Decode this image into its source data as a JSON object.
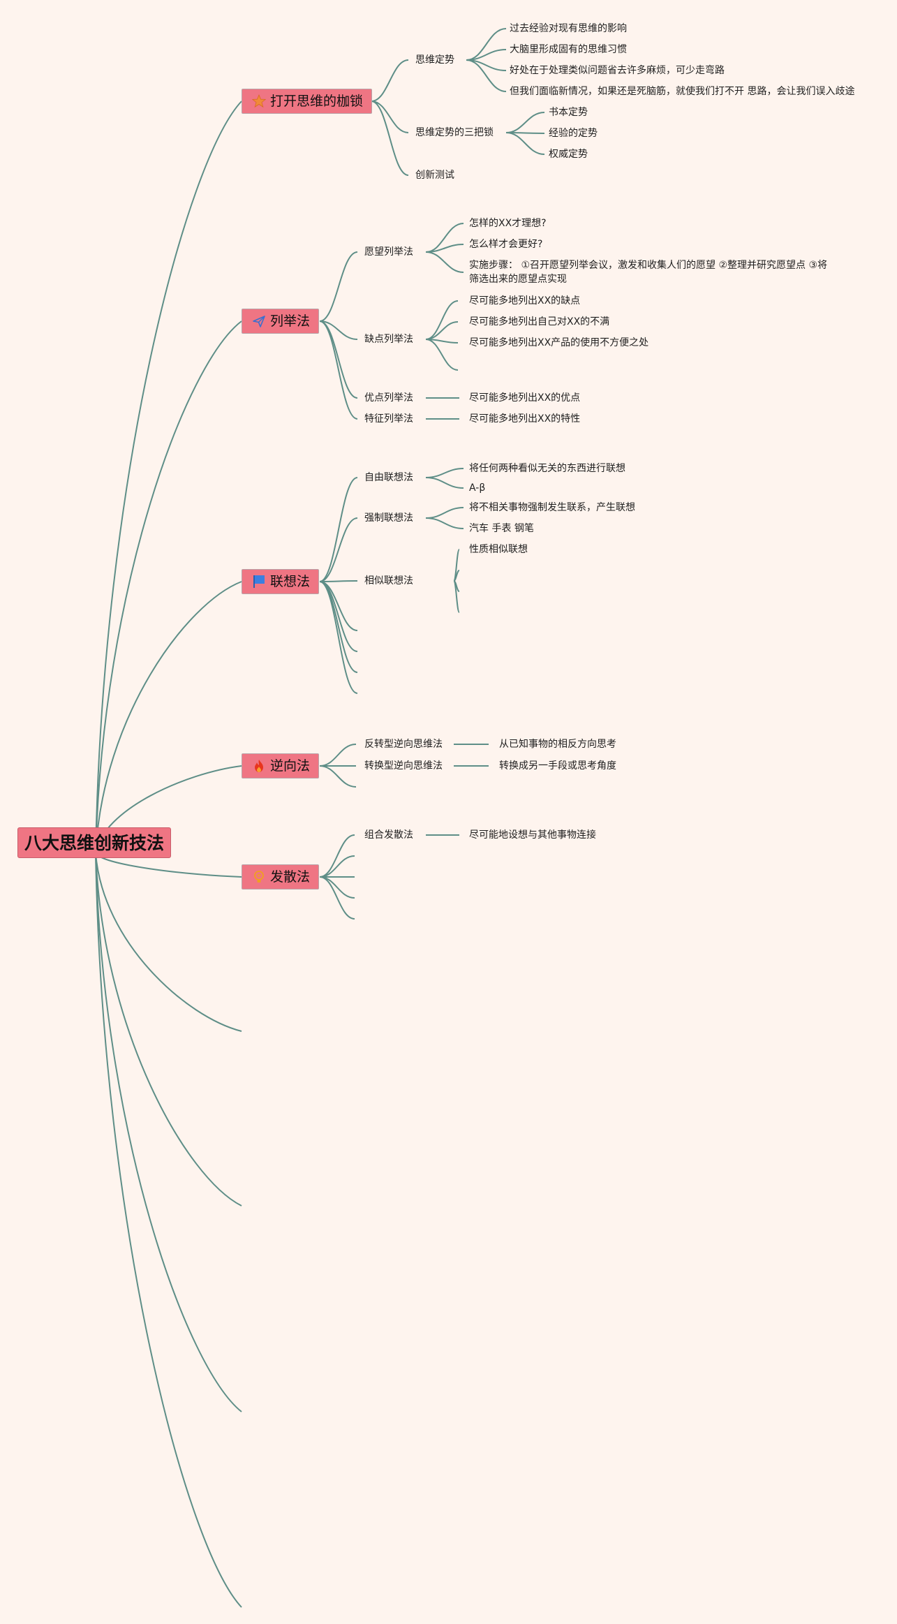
{
  "root": "八大思维创新技法",
  "categories": [
    {
      "label": "打开思维的枷锁",
      "icon": "star-icon",
      "children": [
        {
          "label": "思维定势",
          "children": [
            {
              "label": "过去经验对现有思维的影响"
            },
            {
              "label": "大脑里形成固有的思维习惯"
            },
            {
              "label": "好处在于处理类似问题省去许多麻烦，可少走弯路"
            },
            {
              "label": "但我们面临新情况，如果还是死脑筋，就使我们打不开 思路，会让我们误入歧途"
            }
          ]
        },
        {
          "label": "思维定势的三把锁",
          "children": [
            {
              "label": "书本定势"
            },
            {
              "label": "经验的定势"
            },
            {
              "label": "权威定势"
            }
          ]
        },
        {
          "label": "创新测试"
        }
      ]
    },
    {
      "label": "列举法",
      "icon": "paper-plane-icon",
      "children": [
        {
          "label": "愿望列举法",
          "children": [
            {
              "label": "怎样的XX才理想?"
            },
            {
              "label": "怎么样才会更好?"
            },
            {
              "label": "实施步骤：  ①召开愿望列举会议，激发和收集人们的愿望 ②整理并研究愿望点 ③将筛选出来的愿望点实现"
            }
          ]
        },
        {
          "label": "缺点列举法",
          "children": [
            {
              "label": "尽可能多地列出XX的缺点"
            },
            {
              "label": "尽可能多地列出自己对XX的不满"
            },
            {
              "label": "尽可能多地列出XX产品的使用不方便之处"
            },
            {
              "label": ""
            }
          ]
        },
        {
          "label": "优点列举法",
          "children": [
            {
              "label": "尽可能多地列出XX的优点"
            }
          ]
        },
        {
          "label": "特征列举法",
          "children": [
            {
              "label": "尽可能多地列出XX的特性"
            }
          ]
        }
      ]
    },
    {
      "label": "联想法",
      "icon": "flag-icon",
      "children": [
        {
          "label": "自由联想法",
          "children": [
            {
              "label": "将任何两种看似无关的东西进行联想"
            },
            {
              "label": "A-β"
            }
          ]
        },
        {
          "label": "强制联想法",
          "children": [
            {
              "label": "将不相关事物强制发生联系，产生联想"
            },
            {
              "label": "汽车 手表 钢笔"
            }
          ]
        },
        {
          "label": "相似联想法",
          "children": [
            {
              "label": "性质相似联想"
            },
            {
              "label": ""
            },
            {
              "label": ""
            },
            {
              "label": ""
            }
          ]
        },
        {
          "label": ""
        },
        {
          "label": ""
        },
        {
          "label": ""
        },
        {
          "label": ""
        }
      ]
    },
    {
      "label": "逆向法",
      "icon": "fire-icon",
      "children": [
        {
          "label": "反转型逆向思维法",
          "children": [
            {
              "label": "从已知事物的相反方向思考"
            }
          ]
        },
        {
          "label": "转换型逆向思维法",
          "children": [
            {
              "label": "转换成另一手段或思考角度"
            }
          ]
        },
        {
          "label": ""
        }
      ]
    },
    {
      "label": "发散法",
      "icon": "lightbulb-icon",
      "children": [
        {
          "label": "组合发散法",
          "children": [
            {
              "label": "尽可能地设想与其他事物连接"
            }
          ]
        },
        {
          "label": ""
        },
        {
          "label": ""
        },
        {
          "label": ""
        },
        {
          "label": ""
        }
      ]
    },
    {
      "label": "",
      "icon": ""
    },
    {
      "label": "",
      "icon": ""
    },
    {
      "label": "",
      "icon": ""
    }
  ]
}
